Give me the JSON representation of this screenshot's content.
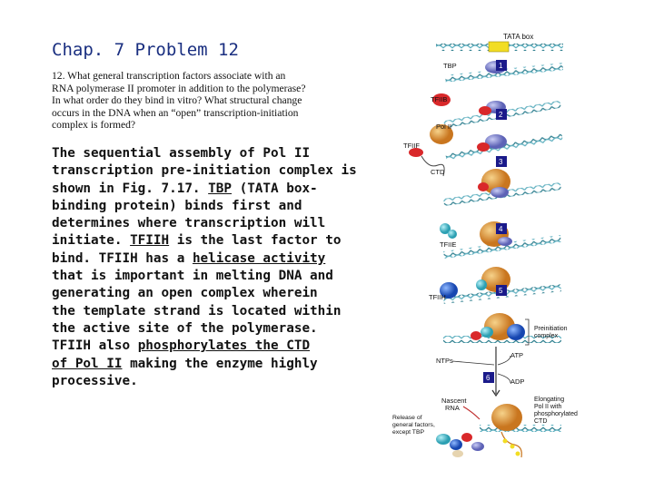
{
  "slide": {
    "title": "Chap. 7 Problem 12",
    "question": [
      "12. What general transcription factors associate with an",
      "RNA polymerase II promoter in addition to the polymerase?",
      "In what order do they bind in vitro? What structural change",
      "occurs in the DNA when an “open” transcription-initiation",
      "complex is formed?"
    ],
    "body": {
      "l1": "The sequential assembly of Pol II",
      "l2": "transcription pre-initiation complex is",
      "l3a": "shown in Fig. 7.17. ",
      "l3u": "TBP",
      "l3b": " (TATA box-",
      "l4": "binding protein) binds first and",
      "l5": "determines where transcription will",
      "l6a": "initiate. ",
      "l6u": "TFIIH",
      "l6b": " is the last factor to",
      "l7a": "bind. TFIIH has a ",
      "l7u": "helicase activity",
      "l8": "that is important in melting DNA and",
      "l9": "generating an open complex wherein",
      "l10": "the template strand is located within",
      "l11": "the active site of the polymerase.",
      "l12a": "TFIIH also ",
      "l12u": "phosphorylates the CTD",
      "l13u": "of Pol II",
      "l13b": " making the enzyme highly",
      "l14": "processive."
    }
  },
  "figure": {
    "labels": {
      "tata_box": "TATA box",
      "tbp": "TBP",
      "tfiib": "TFIIB",
      "pol2": "Pol II",
      "tfiif": "TFIIF",
      "ctd": "CTD",
      "tfiie": "TFIIE",
      "tfiih": "TFIIH",
      "preinit1": "Preinitiation",
      "preinit2": "complex",
      "ntps": "NTPs",
      "atp": "ATP",
      "adp": "ADP",
      "nascent1": "Nascent",
      "nascent2": "RNA",
      "release1": "Release of",
      "release2": "general factors,",
      "release3": "except TBP",
      "elong1": "Elongating",
      "elong2": "Pol II with",
      "elong3": "phosphorylated",
      "elong4": "CTD"
    },
    "steps": [
      "1",
      "2",
      "3",
      "4",
      "5",
      "6"
    ],
    "colors": {
      "tbp": "#8a8fd6",
      "tfiib": "#d9282a",
      "pol2": "#e8a23a",
      "tfiif": "#d9282a",
      "tfiie": "#4fc6d8",
      "tfiih": "#2a6ee0",
      "dna": "#2f7f8f",
      "step_box": "#1a1a8a",
      "tata_box": "#f2dd23"
    }
  }
}
